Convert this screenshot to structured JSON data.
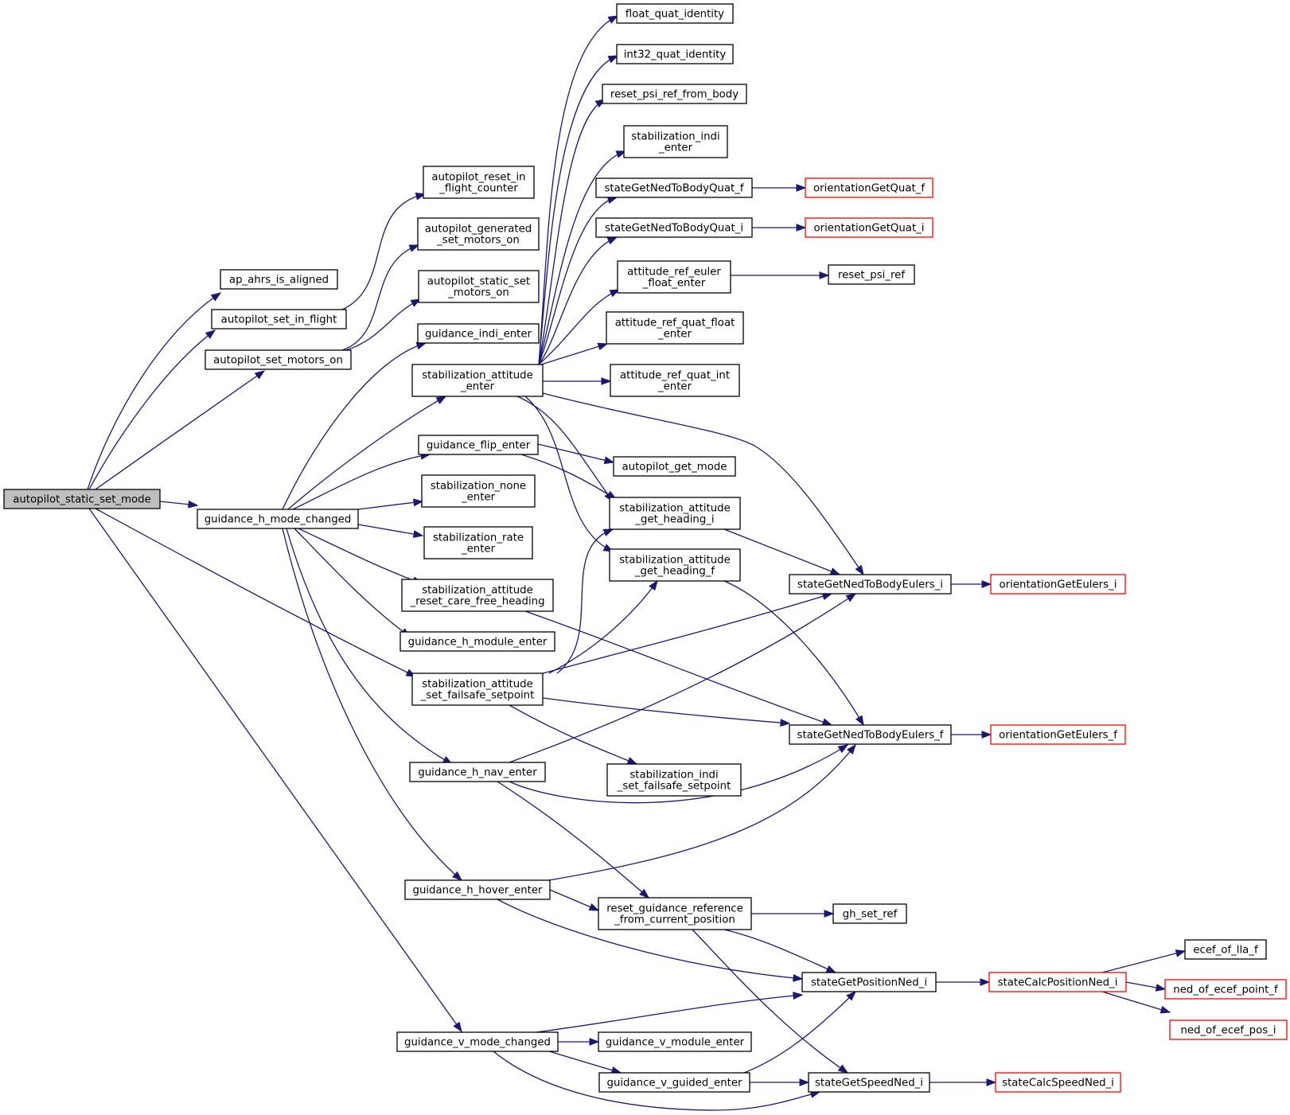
{
  "graph": {
    "colors": {
      "edge": "#191970",
      "root_fill": "#bfbfbf",
      "external_border": "#ff0000",
      "node_border": "#000000"
    },
    "nodes": {
      "root": {
        "lines": [
          "autopilot_static_set_mode"
        ]
      },
      "ahrs": {
        "lines": [
          "ap_ahrs_is_aligned"
        ]
      },
      "setinflight": {
        "lines": [
          "autopilot_set_in_flight"
        ]
      },
      "setmotorson": {
        "lines": [
          "autopilot_set_motors_on"
        ]
      },
      "resetinflight": {
        "lines": [
          "autopilot_reset_in",
          "_flight_counter"
        ]
      },
      "genmotors": {
        "lines": [
          "autopilot_generated",
          "_set_motors_on"
        ]
      },
      "staticmotors": {
        "lines": [
          "autopilot_static_set",
          "_motors_on"
        ]
      },
      "hmode": {
        "lines": [
          "guidance_h_mode_changed"
        ]
      },
      "indienter": {
        "lines": [
          "guidance_indi_enter"
        ]
      },
      "stabatt": {
        "lines": [
          "stabilization_attitude",
          "_enter"
        ]
      },
      "flip": {
        "lines": [
          "guidance_flip_enter"
        ]
      },
      "stabnone": {
        "lines": [
          "stabilization_none",
          "_enter"
        ]
      },
      "stabrate": {
        "lines": [
          "stabilization_rate",
          "_enter"
        ]
      },
      "carefree": {
        "lines": [
          "stabilization_attitude",
          "_reset_care_free_heading"
        ]
      },
      "hmodule": {
        "lines": [
          "guidance_h_module_enter"
        ]
      },
      "failsafe": {
        "lines": [
          "stabilization_attitude",
          "_set_failsafe_setpoint"
        ]
      },
      "hnav": {
        "lines": [
          "guidance_h_nav_enter"
        ]
      },
      "hhover": {
        "lines": [
          "guidance_h_hover_enter"
        ]
      },
      "vmode": {
        "lines": [
          "guidance_v_mode_changed"
        ]
      },
      "fqi": {
        "lines": [
          "float_quat_identity"
        ]
      },
      "iqi": {
        "lines": [
          "int32_quat_identity"
        ]
      },
      "resetpsibody": {
        "lines": [
          "reset_psi_ref_from_body"
        ]
      },
      "stabindi": {
        "lines": [
          "stabilization_indi",
          "_enter"
        ]
      },
      "quatf": {
        "lines": [
          "stateGetNedToBodyQuat_f"
        ]
      },
      "quati": {
        "lines": [
          "stateGetNedToBodyQuat_i"
        ]
      },
      "eulerfloat": {
        "lines": [
          "attitude_ref_euler",
          "_float_enter"
        ]
      },
      "quatfloat": {
        "lines": [
          "attitude_ref_quat_float",
          "_enter"
        ]
      },
      "quatint": {
        "lines": [
          "attitude_ref_quat_int",
          "_enter"
        ]
      },
      "getmode": {
        "lines": [
          "autopilot_get_mode"
        ]
      },
      "headi": {
        "lines": [
          "stabilization_attitude",
          "_get_heading_i"
        ]
      },
      "headf": {
        "lines": [
          "stabilization_attitude",
          "_get_heading_f"
        ]
      },
      "indifailsafe": {
        "lines": [
          "stabilization_indi",
          "_set_failsafe_setpoint"
        ]
      },
      "resetguid": {
        "lines": [
          "reset_guidance_reference",
          "_from_current_position"
        ]
      },
      "vmodule": {
        "lines": [
          "guidance_v_module_enter"
        ]
      },
      "vguided": {
        "lines": [
          "guidance_v_guided_enter"
        ]
      },
      "orquatf": {
        "lines": [
          "orientationGetQuat_f"
        ]
      },
      "orquati": {
        "lines": [
          "orientationGetQuat_i"
        ]
      },
      "resetpsi": {
        "lines": [
          "reset_psi_ref"
        ]
      },
      "eulersi": {
        "lines": [
          "stateGetNedToBodyEulers_i"
        ]
      },
      "eulersf": {
        "lines": [
          "stateGetNedToBodyEulers_f"
        ]
      },
      "ghsetref": {
        "lines": [
          "gh_set_ref"
        ]
      },
      "posned": {
        "lines": [
          "stateGetPositionNed_i"
        ]
      },
      "speedned": {
        "lines": [
          "stateGetSpeedNed_i"
        ]
      },
      "oreuleri": {
        "lines": [
          "orientationGetEulers_i"
        ]
      },
      "oreulerf": {
        "lines": [
          "orientationGetEulers_f"
        ]
      },
      "calcpos": {
        "lines": [
          "stateCalcPositionNed_i"
        ]
      },
      "calcspeed": {
        "lines": [
          "stateCalcSpeedNed_i"
        ]
      },
      "ecefoflla": {
        "lines": [
          "ecef_of_lla_f"
        ]
      },
      "nedpoint": {
        "lines": [
          "ned_of_ecef_point_f"
        ]
      },
      "nedpos": {
        "lines": [
          "ned_of_ecef_pos_i"
        ]
      }
    }
  }
}
